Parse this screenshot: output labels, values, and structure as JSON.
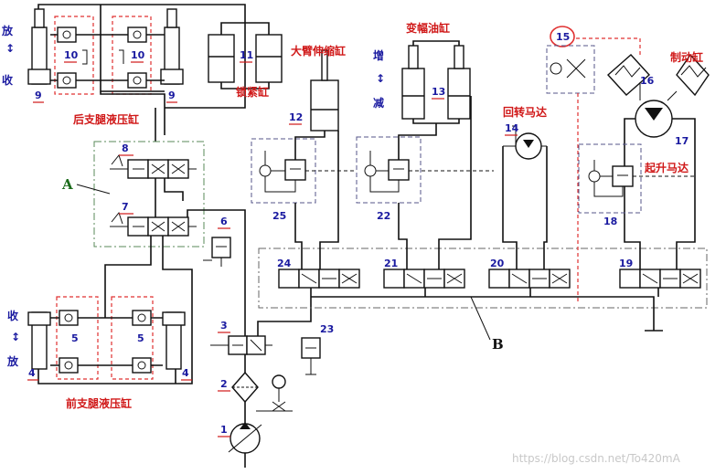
{
  "labels": {
    "rear_outrigger": "后支腿液压缸",
    "front_outrigger": "前支腿液压缸",
    "locking_cyl": "锁紧缸",
    "boom_tele": "大臂伸缩缸",
    "luffing": "变幅油缸",
    "slewing": "回转马达",
    "hoist": "起升马达",
    "brake": "制动缸",
    "release_top": "放",
    "retract_top": "收",
    "retract_bot": "收",
    "release_bot": "放",
    "increase": "增",
    "decrease": "减",
    "group_a": "A",
    "group_b": "B"
  },
  "numbers": {
    "n1": "1",
    "n2": "2",
    "n3": "3",
    "n4a": "4",
    "n4b": "4",
    "n5a": "5",
    "n5b": "5",
    "n6": "6",
    "n7": "7",
    "n8": "8",
    "n9a": "9",
    "n9b": "9",
    "n10a": "10",
    "n10b": "10",
    "n11": "11",
    "n12": "12",
    "n13": "13",
    "n14": "14",
    "n15": "15",
    "n16": "16",
    "n17": "17",
    "n18": "18",
    "n19": "19",
    "n20": "20",
    "n21": "21",
    "n22": "22",
    "n23": "23",
    "n24": "24",
    "n25": "25"
  },
  "watermark": "https://blog.csdn.net/To420mA",
  "colors": {
    "label_red": "#d01818",
    "number_blue": "#1a1aa0",
    "highlight": "#e03030"
  }
}
